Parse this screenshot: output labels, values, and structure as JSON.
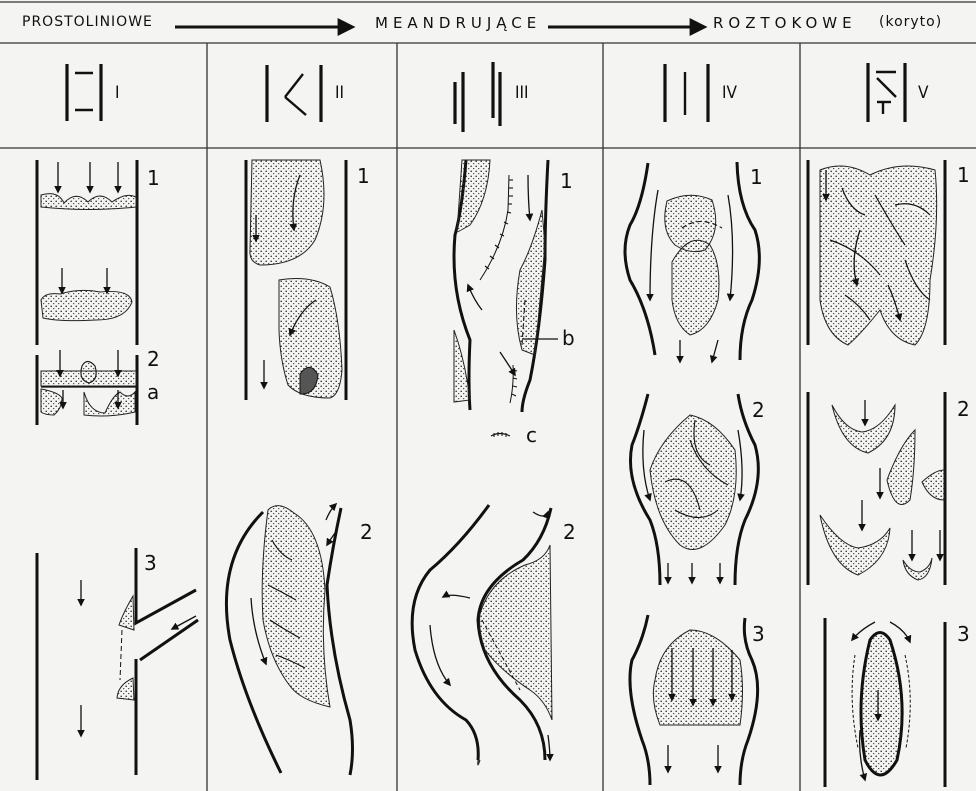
{
  "header": {
    "left": "PROSTOLINIOWE",
    "middle": "MEANDRUJĄCE",
    "right": "ROZTOKOWE",
    "right_note": "(koryto)"
  },
  "columns": [
    {
      "roman": "I"
    },
    {
      "roman": "II"
    },
    {
      "roman": "III"
    },
    {
      "roman": "IV"
    },
    {
      "roman": "V"
    }
  ],
  "labels": {
    "c1_1": "1",
    "c1_2": "2",
    "c1_a": "a",
    "c1_3": "3",
    "c2_1": "1",
    "c2_2": "2",
    "c3_1": "1",
    "c3_b": "b",
    "c3_c": "c",
    "c3_2": "2",
    "c4_1": "1",
    "c4_2": "2",
    "c4_3": "3",
    "c5_1": "1",
    "c5_2": "2",
    "c5_3": "3"
  }
}
